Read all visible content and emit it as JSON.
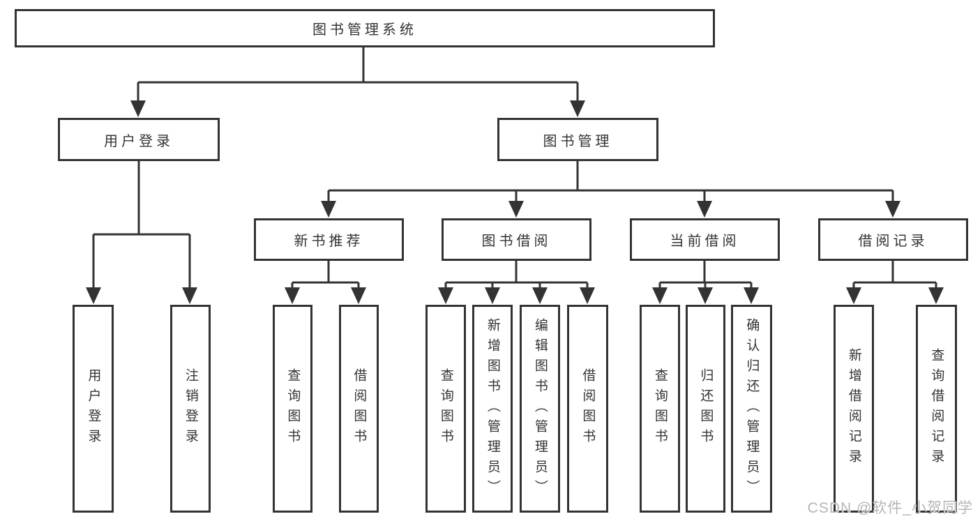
{
  "diagram": {
    "root": {
      "label": "图书管理系统"
    },
    "branches": [
      {
        "label": "用户登录",
        "children": [
          "用户登录",
          "注销登录"
        ]
      },
      {
        "label": "图书管理",
        "sections": [
          {
            "label": "新书推荐",
            "children": [
              "查询图书",
              "借阅图书"
            ]
          },
          {
            "label": "图书借阅",
            "children": [
              "查询图书",
              "新增图书（管理员）",
              "编辑图书（管理员）",
              "借阅图书"
            ]
          },
          {
            "label": "当前借阅",
            "children": [
              "查询图书",
              "归还图书",
              "确认归还（管理员）"
            ]
          },
          {
            "label": "借阅记录",
            "children": [
              "新增借阅记录",
              "查询借阅记录"
            ]
          }
        ]
      }
    ]
  },
  "watermark": {
    "text": "CSDN @软件_小贺同学"
  },
  "colors": {
    "line": "#333333",
    "border": "#333333",
    "text": "#333333",
    "watermark": "#b5b5b5",
    "background": "#ffffff"
  }
}
